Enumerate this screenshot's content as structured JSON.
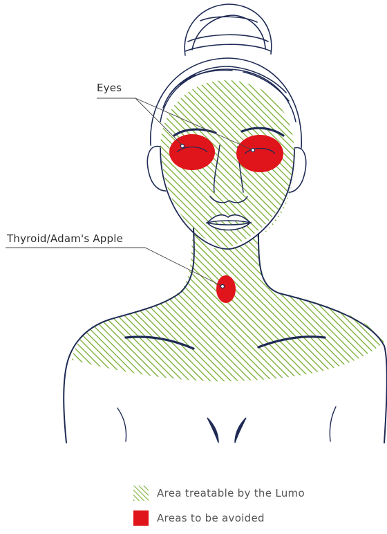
{
  "callouts": {
    "eyes": "Eyes",
    "thyroid": "Thyroid/Adam's Apple"
  },
  "legend": {
    "treatable": "Area treatable by the Lumo",
    "avoid": "Areas to be avoided"
  },
  "colors": {
    "outline": "#1f2b55",
    "hatch": "#7db23a",
    "avoid": "#e0141b",
    "label": "#2e2e2e",
    "legend_text": "#555555"
  }
}
